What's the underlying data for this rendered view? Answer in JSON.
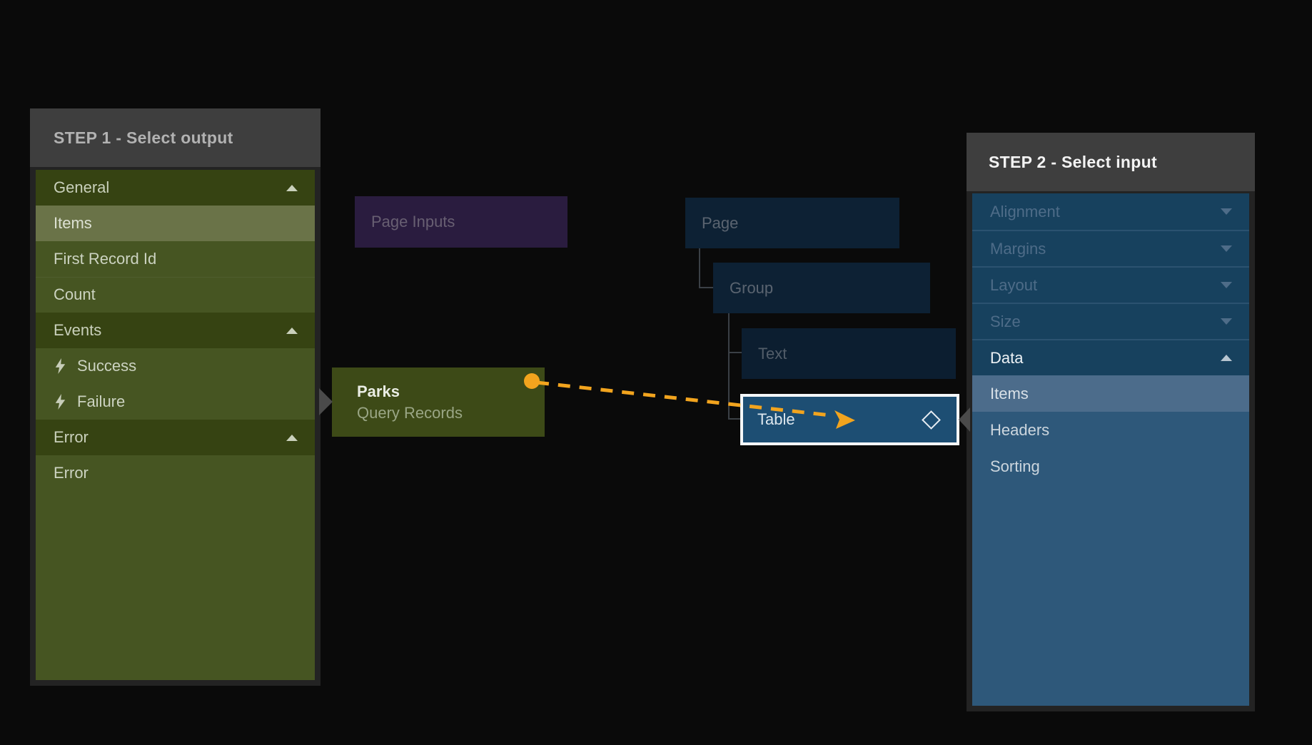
{
  "colors": {
    "accent_orange": "#F2A41E",
    "step1_selection": "#6a7348",
    "step2_selection": "#4c6c8b",
    "table_highlight_border": "#f4f7f9"
  },
  "step1": {
    "title": "STEP 1 - Select output",
    "items": [
      {
        "label": "General",
        "kind": "section",
        "chevron": "up"
      },
      {
        "label": "Items",
        "kind": "selected"
      },
      {
        "label": "First Record Id",
        "kind": "item"
      },
      {
        "label": "Count",
        "kind": "item"
      },
      {
        "label": "Events",
        "kind": "section",
        "chevron": "up"
      },
      {
        "label": "Success",
        "kind": "event",
        "icon": "lightning-icon"
      },
      {
        "label": "Failure",
        "kind": "event",
        "icon": "lightning-icon"
      },
      {
        "label": "Error",
        "kind": "section",
        "chevron": "up"
      },
      {
        "label": "Error",
        "kind": "item"
      }
    ]
  },
  "step2": {
    "title": "STEP 2 - Select input",
    "items": [
      {
        "label": "Alignment",
        "kind": "collapsed",
        "chevron": "down"
      },
      {
        "label": "Margins",
        "kind": "collapsed",
        "chevron": "down"
      },
      {
        "label": "Layout",
        "kind": "collapsed",
        "chevron": "down"
      },
      {
        "label": "Size",
        "kind": "collapsed",
        "chevron": "down"
      },
      {
        "label": "Data",
        "kind": "expanded",
        "chevron": "up"
      },
      {
        "label": "Items",
        "kind": "selected"
      },
      {
        "label": "Headers",
        "kind": "child"
      },
      {
        "label": "Sorting",
        "kind": "child"
      }
    ]
  },
  "nodes": {
    "page_inputs": {
      "label": "Page Inputs"
    },
    "page": {
      "label": "Page"
    },
    "group": {
      "label": "Group"
    },
    "text": {
      "label": "Text"
    },
    "table": {
      "label": "Table",
      "port_icon": "diamond-port-icon"
    },
    "parks": {
      "title": "Parks",
      "subtitle": "Query Records"
    }
  }
}
